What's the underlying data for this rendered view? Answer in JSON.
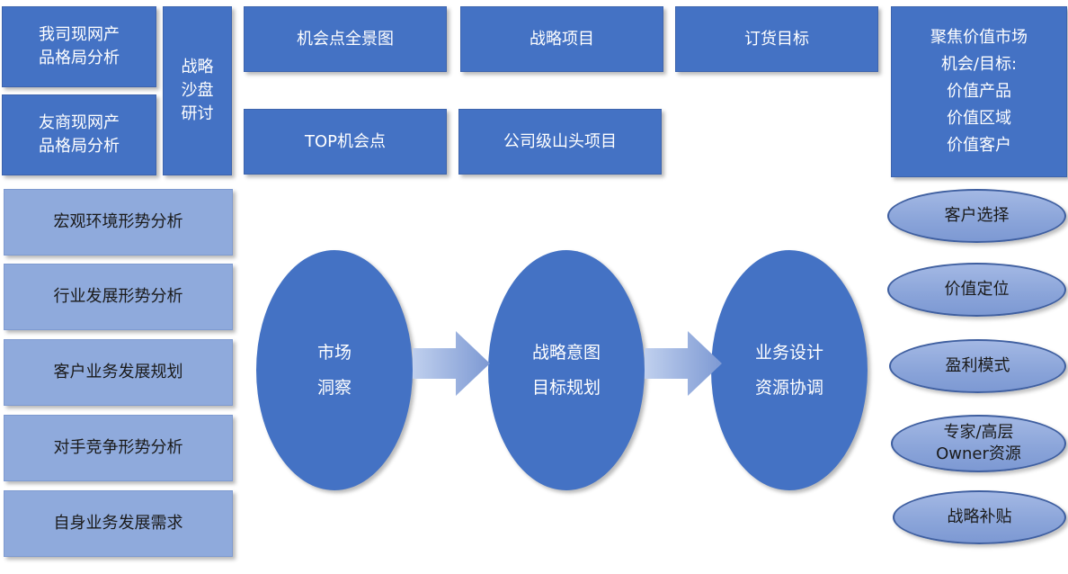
{
  "left_top": {
    "our_layout": "我司现网产\n品格局分析",
    "rival_layout": "友商现网产\n品格局分析",
    "workshop": "战略\n沙盘\n研讨"
  },
  "analysis_items": [
    "宏观环境形势分析",
    "行业发展形势分析",
    "客户业务发展规划",
    "对手竞争形势分析",
    "自身业务发展需求"
  ],
  "top_row": [
    "机会点全景图",
    "战略项目",
    "订货目标"
  ],
  "second_row": [
    "TOP机会点",
    "公司级山头项目"
  ],
  "focus_box": "聚焦价值市场\n机会/目标:\n价值产品\n价值区域\n价值客户",
  "flow": [
    "市场\n洞察",
    "战略意图\n目标规划",
    "业务设计\n资源协调"
  ],
  "right_items": [
    "客户选择",
    "价值定位",
    "盈利模式",
    "专家/高层\nOwner资源",
    "战略补贴"
  ],
  "colors": {
    "dark_blue": "#4472c4",
    "light_blue": "#8faadc",
    "arrow_blue": "#9db4e0"
  }
}
